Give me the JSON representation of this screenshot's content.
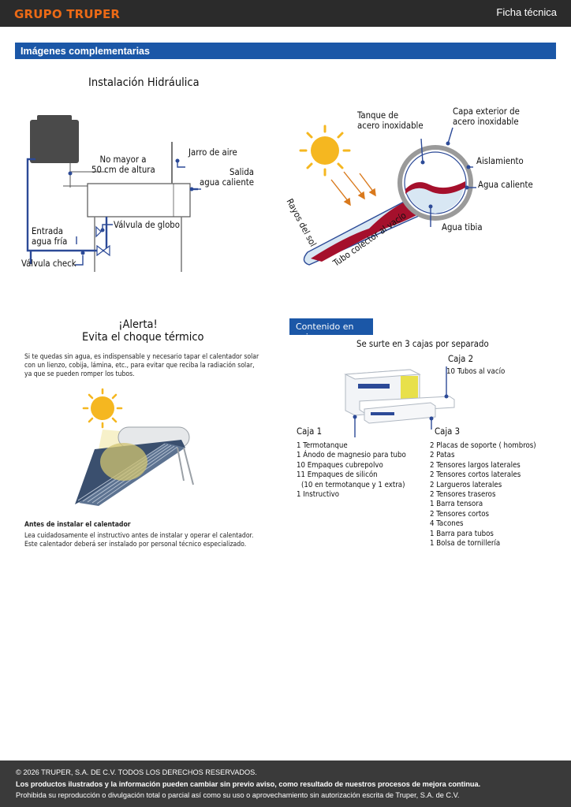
{
  "header": {
    "brand": "GRUPO TRUPER",
    "doc_type": "Ficha técnica"
  },
  "section": {
    "title": "Imágenes complementarias"
  },
  "installation": {
    "title": "Instalación Hidráulica",
    "labels": {
      "max_height_1": "No mayor a",
      "max_height_2": "50 cm de altura",
      "air_jar": "Jarro de aire",
      "hot_out_1": "Salida",
      "hot_out_2": "agua caliente",
      "globe_valve": "Válvula de globo",
      "cold_in_1": "Entrada",
      "cold_in_2": "agua fría",
      "check_valve": "Válvula check"
    }
  },
  "tube_diagram": {
    "labels": {
      "tank_1": "Tanque de",
      "tank_2": "acero inoxidable",
      "outer_1": "Capa exterior de",
      "outer_2": "acero inoxidable",
      "insulation": "Aislamiento",
      "hot_water": "Agua caliente",
      "warm_water": "Agua tibia",
      "sun_rays": "Rayos del sol",
      "collector": "Tubo colector al vacío"
    }
  },
  "alert": {
    "title_1": "¡Alerta!",
    "title_2": "Evita el choque térmico",
    "body_1": "Si te quedas sin agua, es indispensable y necesario tapar el calentador solar",
    "body_2": "con un lienzo, cobija, lámina, etc., para evitar que reciba la radiación solar,",
    "body_3": "ya que se pueden romper los tubos.",
    "before_title": "Antes de instalar el calentador",
    "before_1": "Lea cuidadosamente el instructivo antes de instalar y operar el calentador.",
    "before_2": "Este calentador deberá ser instalado por personal técnico especializado."
  },
  "boxes": {
    "badge": "Contenido en cajas",
    "subtitle": "Se surte en 3 cajas por separado",
    "box1": {
      "title": "Caja 1",
      "items": [
        "1 Termotanque",
        "1 Ánodo de magnesio para tubo",
        "10 Empaques cubrepolvo",
        "11 Empaques de silicón",
        "(10 en termotanque y 1 extra)",
        "1 Instructivo"
      ]
    },
    "box2": {
      "title": "Caja 2",
      "items": [
        "10 Tubos al vacío"
      ]
    },
    "box3": {
      "title": "Caja 3",
      "items": [
        "2 Placas de soporte ( hombros)",
        "2 Patas",
        "2 Tensores largos laterales",
        "2 Tensores cortos laterales",
        "2 Largueros laterales",
        "2 Tensores traseros",
        "1 Barra tensora",
        "2 Tensores cortos",
        "4 Tacones",
        "1 Barra para tubos",
        "1 Bolsa de tornillería"
      ]
    }
  },
  "footer": {
    "line1": "© 2026 TRUPER, S.A. DE C.V. TODOS LOS DERECHOS RESERVADOS.",
    "line2": "Los productos ilustrados y la información pueden cambiar sin previo aviso, como resultado de nuestros procesos de mejora continua.",
    "line3": "Prohibida su reproducción o divulgación total o parcial así como su uso o aprovechamiento sin autorización escrita de Truper, S.A. de C.V."
  },
  "colors": {
    "brand_orange": "#ec6a16",
    "accent_blue": "#1b57a7",
    "pipe_blue": "#2c4a97",
    "sun_yellow": "#f5b720",
    "hot_red": "#a5102c"
  }
}
